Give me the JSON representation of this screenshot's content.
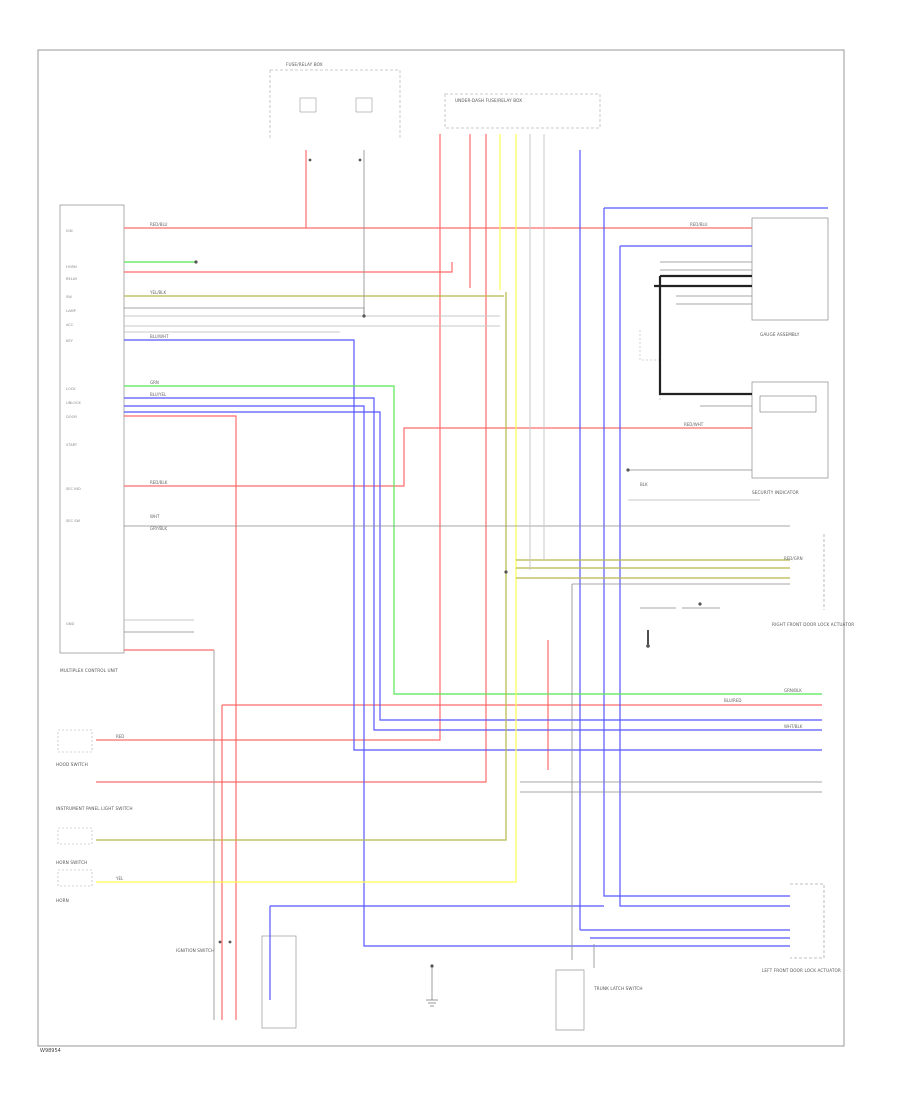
{
  "diagram": {
    "footer_code": "W98954",
    "colors": {
      "red": "#ff6a6a",
      "blue": "#5656ff",
      "green": "#56e856",
      "yellow": "#ffff55",
      "olive": "#b8b84a",
      "gray": "#8a8a8a",
      "light_gray": "#c8c8c8",
      "black": "#222222"
    },
    "components": {
      "fuse_box": "FUSE/RELAY BOX",
      "underdash_box": "UNDER-DASH FUSE/RELAY BOX",
      "main_unit": "MULTIPLEX CONTROL UNIT",
      "gauge_assembly": "GAUGE ASSEMBLY",
      "security_indicator": "SECURITY INDICATOR",
      "left_lock_actuator": "LEFT FRONT DOOR LOCK ACTUATOR",
      "right_lock_actuator": "RIGHT FRONT DOOR LOCK ACTUATOR",
      "ignition_switch": "IGNITION SWITCH",
      "dash_light_switch": "INSTRUMENT PANEL LIGHT SWITCH",
      "horn_switch": "HORN SWITCH",
      "horn": "HORN",
      "hood_switch": "HOOD SWITCH",
      "trunk_switch": "TRUNK LATCH SWITCH"
    },
    "unit_pins": [
      "IGN",
      "HORN",
      "RELAY",
      "SW",
      "LAMP",
      "ACC",
      "KEY",
      "LOCK",
      "UNLOCK",
      "DOOR",
      "START",
      "SEC IND",
      "SEC SW",
      "GND"
    ],
    "wire_labels": [
      "RED/BLU",
      "YEL/BLK",
      "RED/BLK",
      "BLU/WHT",
      "GRN",
      "BLU/YEL",
      "RED/WHT",
      "WHT",
      "GRY/BLK",
      "BLK",
      "RED",
      "YEL",
      "BLU/RED",
      "GRN/BLK",
      "WHT/BLK",
      "RED/GRN"
    ]
  }
}
